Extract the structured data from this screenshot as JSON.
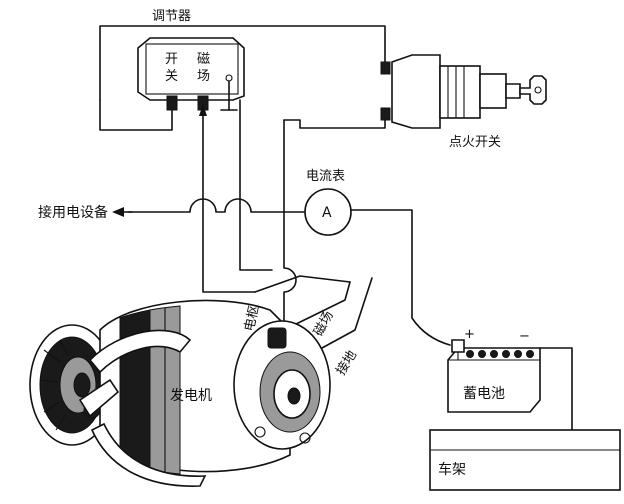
{
  "labels": {
    "regulator": "调节器",
    "switch_char1": "开",
    "switch_char2": "关",
    "field_char1": "磁",
    "field_char2": "场",
    "ignition_switch": "点火开关",
    "ammeter": "电流表",
    "ammeter_symbol": "A",
    "to_consumers": "接用电设备",
    "armature": "电枢",
    "field": "磁场",
    "ground": "接地",
    "generator": "发电机",
    "battery": "蓄电池",
    "plus": "+",
    "minus": "−",
    "frame": "车架"
  }
}
